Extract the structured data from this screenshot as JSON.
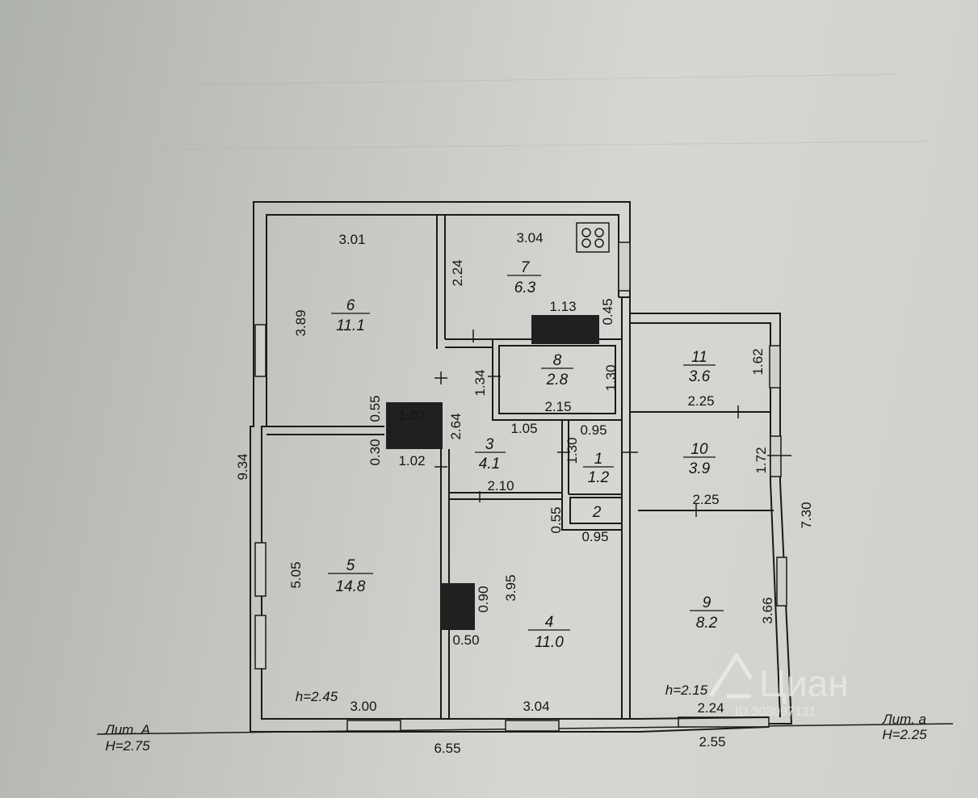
{
  "rooms": [
    {
      "num": "6",
      "area": "11.1"
    },
    {
      "num": "7",
      "area": "6.3"
    },
    {
      "num": "8",
      "area": "2.8"
    },
    {
      "num": "3",
      "area": "4.1"
    },
    {
      "num": "1",
      "area": "1.2"
    },
    {
      "num": "2",
      "area": ""
    },
    {
      "num": "5",
      "area": "14.8"
    },
    {
      "num": "4",
      "area": "11.0"
    },
    {
      "num": "11",
      "area": "3.6"
    },
    {
      "num": "10",
      "area": "3.9"
    },
    {
      "num": "9",
      "area": "8.2"
    }
  ],
  "dims": {
    "r6_width": "3.01",
    "r7_width": "3.04",
    "r6_height": "3.89",
    "r7_height": "2.24",
    "dim_113": "1.13",
    "dim_045": "0.45",
    "r8_height_left": "1.34",
    "r8_height_right": "1.30",
    "r8_width": "2.15",
    "chimney_top": "1.02",
    "chimney_bottom": "1.02",
    "chimney_055": "0.55",
    "chimney_030": "0.30",
    "r3_height": "2.64",
    "dim_105": "1.05",
    "dim_095_top": "0.95",
    "r1_height": "1.30",
    "r3_width": "2.10",
    "dim_055_r2": "0.55",
    "dim_095_bottom": "0.95",
    "total_height": "9.34",
    "r5_height": "5.05",
    "stove_090": "0.90",
    "stove_050": "0.50",
    "r4_height": "3.95",
    "r11_width": "2.25",
    "r11_height": "1.62",
    "r10_height": "1.72",
    "r10_width": "2.25",
    "right_total": "7.30",
    "r9_height": "3.66",
    "h_main": "h=2.45",
    "h_annex": "h=2.15",
    "r5_width": "3.00",
    "r4_width": "3.04",
    "r9_width": "2.24",
    "total_width": "6.55",
    "annex_width": "2.55"
  },
  "lit": {
    "main_name": "Лит. А",
    "main_h": "H=2.75",
    "annex_name": "Лит. а",
    "annex_h": "H=2.25"
  },
  "watermark": {
    "logo": "Циан",
    "id": "ID 303097131"
  }
}
